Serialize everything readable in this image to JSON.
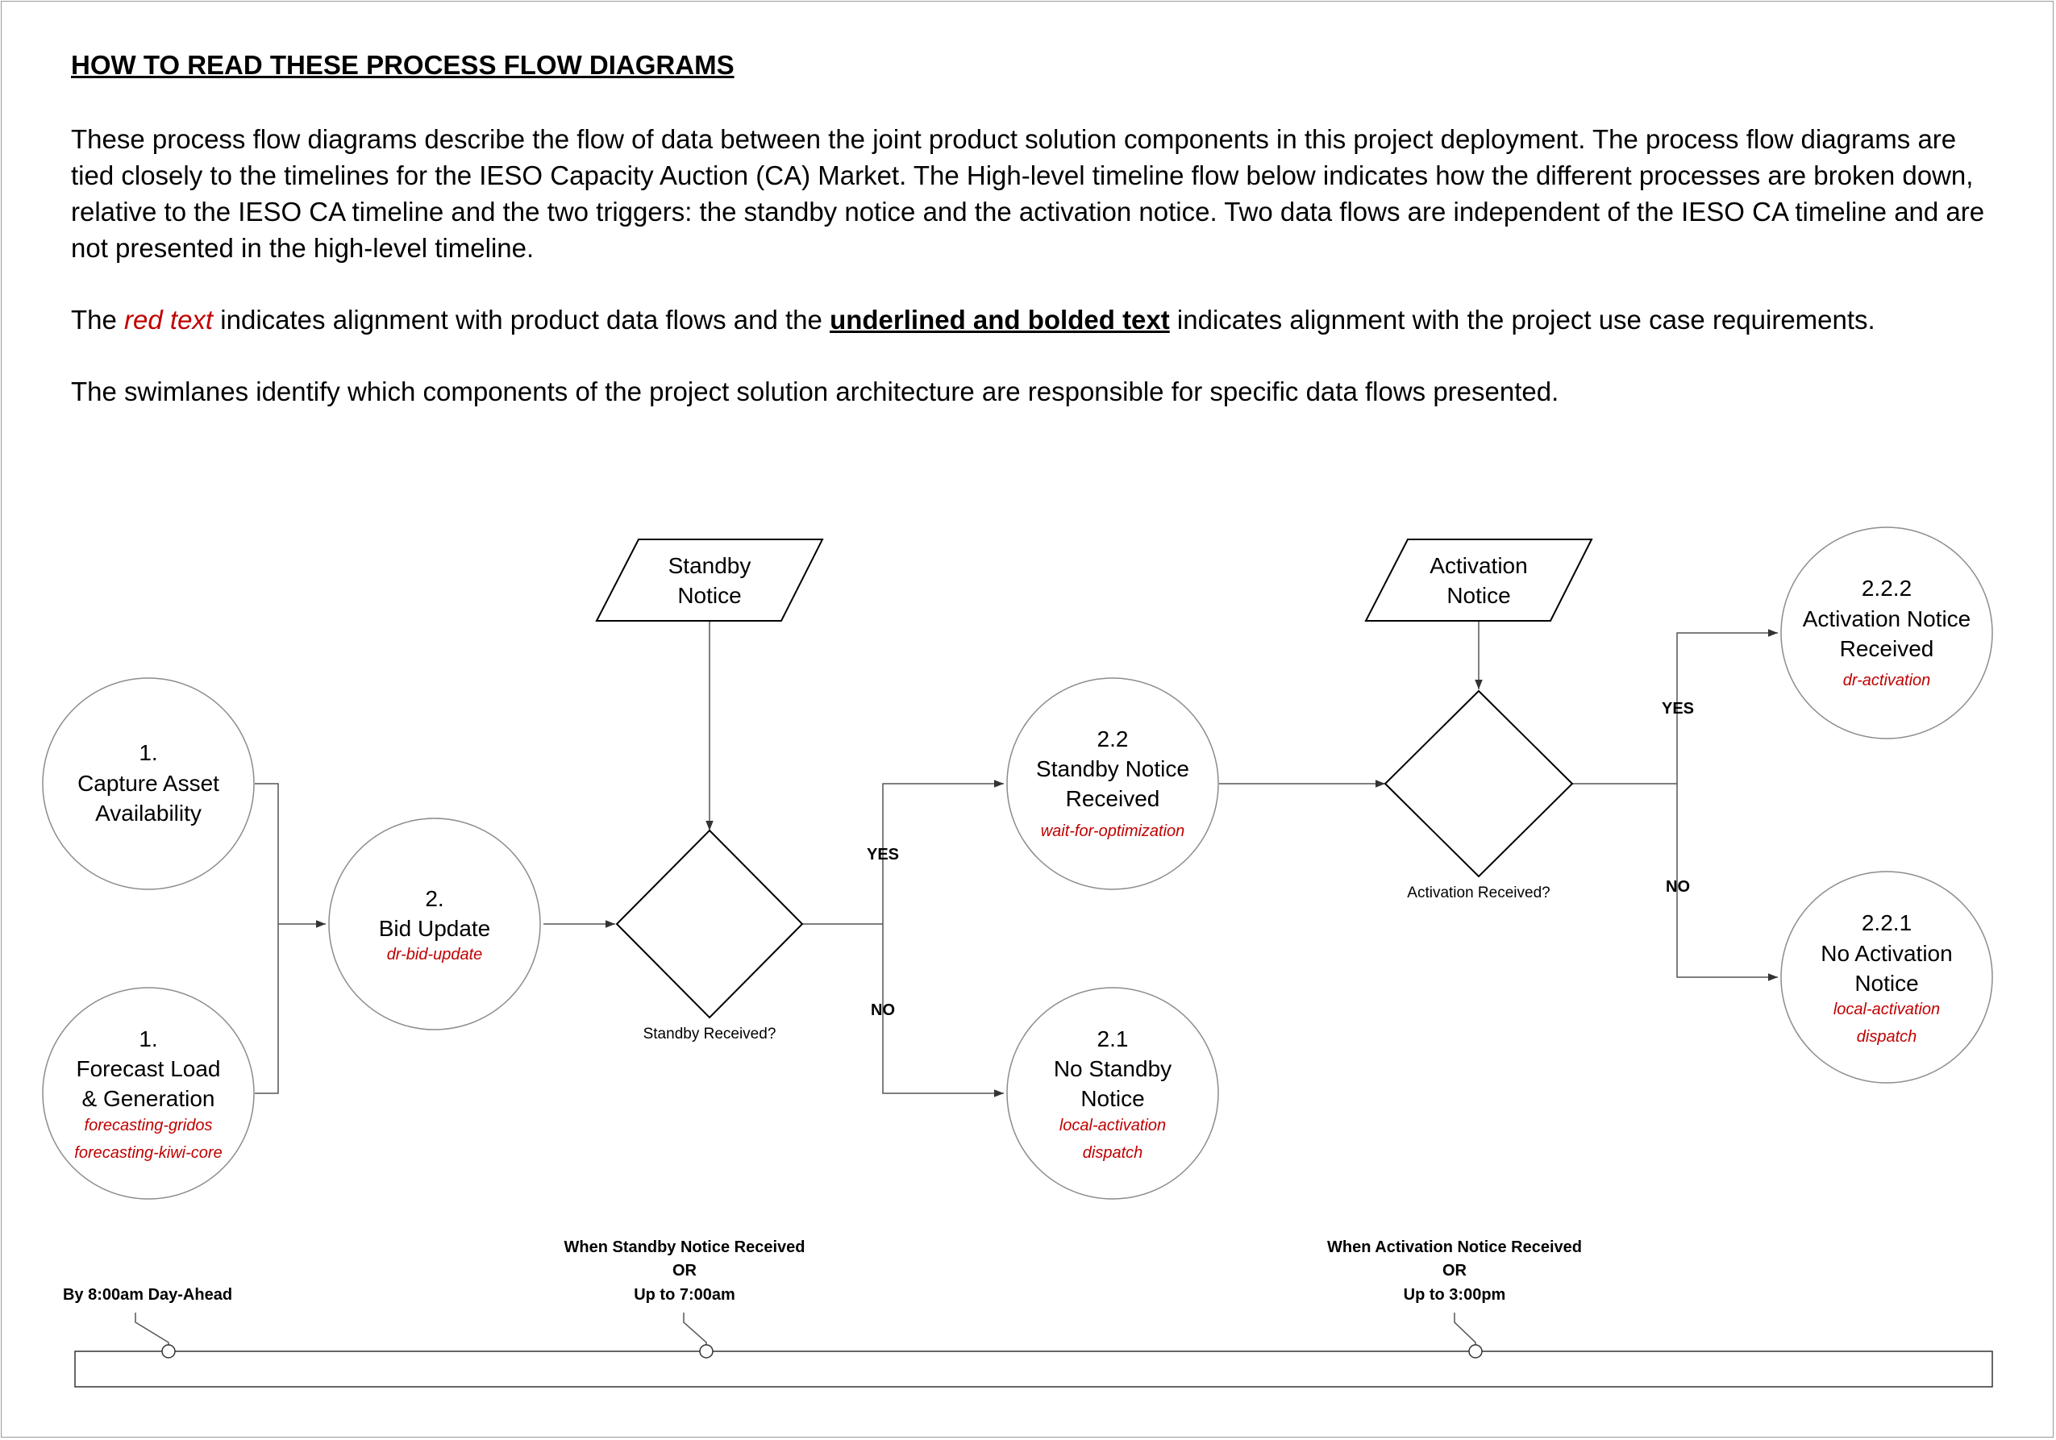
{
  "heading": "HOW TO READ THESE PROCESS FLOW DIAGRAMS",
  "intro": {
    "paragraph1": "These process flow diagrams describe the flow of data between the joint product solution components in this project deployment.  The process flow diagrams are tied closely to the timelines for the IESO Capacity Auction (CA) Market.  The High-level timeline flow below indicates how the different processes are broken down, relative to the IESO CA timeline and the two triggers: the standby notice and the activation notice.  Two data flows are independent of the IESO CA timeline and are not presented in the high-level timeline.",
    "paragraph2": {
      "prefix": "The ",
      "red_text": "red text",
      "middle": " indicates alignment with product data flows and the ",
      "bold_text": "underlined and bolded text",
      "suffix": " indicates alignment with the project use case requirements."
    },
    "paragraph3": "The swimlanes identify which components of the project solution architecture are responsible for specific data flows presented."
  },
  "colors": {
    "red_tag": "#c00000",
    "circle_stroke": "#8c8c8c",
    "line": "#555555"
  },
  "nodes": {
    "n1a": {
      "num": "1.",
      "line1": "Capture Asset",
      "line2": "Availability"
    },
    "n1b": {
      "num": "1.",
      "line1": "Forecast Load",
      "line2": "& Generation",
      "tag1": "forecasting-gridos",
      "tag2": "forecasting-kiwi-core"
    },
    "n2": {
      "num": "2.",
      "line1": "Bid Update",
      "tag1": "dr-bid-update"
    },
    "n22": {
      "num": "2.2",
      "line1": "Standby Notice",
      "line2": "Received",
      "tag1": "wait-for-optimization"
    },
    "n21": {
      "num": "2.1",
      "line1": "No Standby",
      "line2": "Notice",
      "tag1": "local-activation",
      "tag2": "dispatch"
    },
    "n222": {
      "num": "2.2.2",
      "line1": "Activation Notice",
      "line2": "Received",
      "tag1": "dr-activation"
    },
    "n221": {
      "num": "2.2.1",
      "line1": "No Activation",
      "line2": "Notice",
      "tag1": "local-activation",
      "tag2": "dispatch"
    }
  },
  "inputs": {
    "standby": {
      "line1": "Standby",
      "line2": "Notice"
    },
    "activation": {
      "line1": "Activation",
      "line2": "Notice"
    }
  },
  "decisions": {
    "standby_label": "Standby Received?",
    "activation_label": "Activation Received?"
  },
  "branch_labels": {
    "yes1": "YES",
    "no1": "NO",
    "yes2": "YES",
    "no2": "NO"
  },
  "timeline": {
    "m1": {
      "line1": "By 8:00am Day-Ahead"
    },
    "m2": {
      "line1": "When Standby Notice Received",
      "line2": "OR",
      "line3": "Up to 7:00am"
    },
    "m3": {
      "line1": "When Activation Notice Received",
      "line2": "OR",
      "line3": "Up to 3:00pm"
    }
  }
}
